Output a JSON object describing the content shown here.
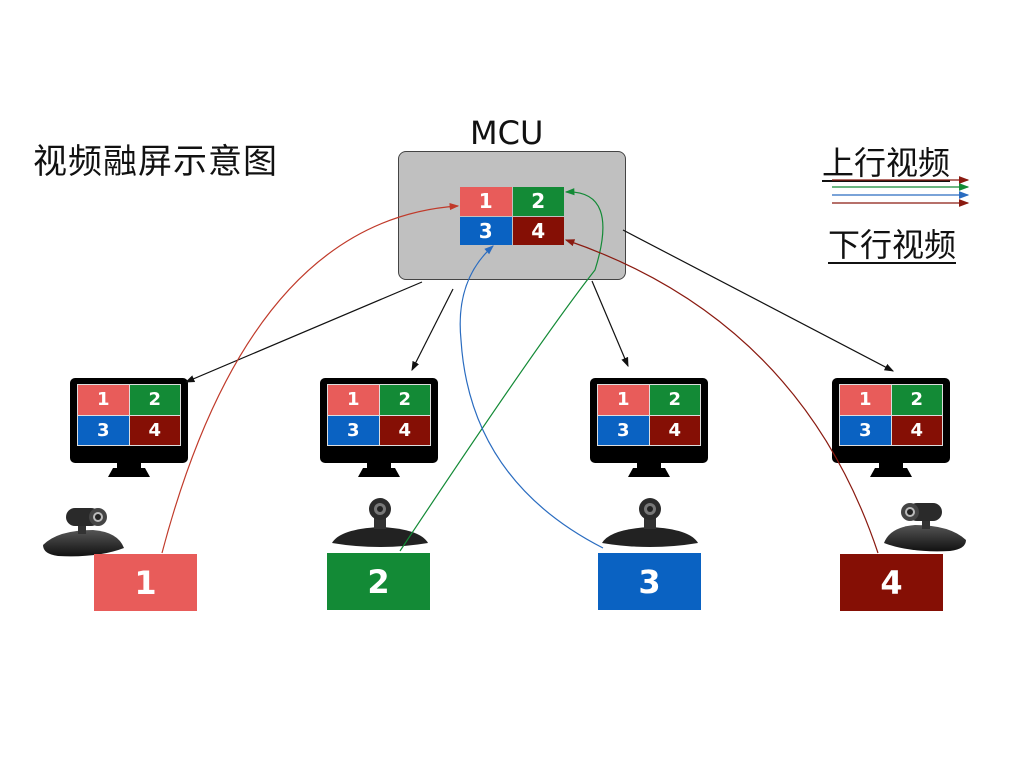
{
  "title": "视频融屏示意图",
  "mcu": {
    "label": "MCU"
  },
  "colors": {
    "p1": "#e85c5a",
    "p2": "#138a36",
    "p3": "#0a62c2",
    "p4": "#850f05",
    "downlink": "#111111",
    "mcu_bg": "#c0c0c0"
  },
  "layout_cells": [
    "1",
    "2",
    "3",
    "4"
  ],
  "legend": {
    "uplink_label": "上行视频",
    "downlink_label": "下行视频"
  },
  "terminals": [
    {
      "id": "1",
      "label": "1"
    },
    {
      "id": "2",
      "label": "2"
    },
    {
      "id": "3",
      "label": "3"
    },
    {
      "id": "4",
      "label": "4"
    }
  ]
}
